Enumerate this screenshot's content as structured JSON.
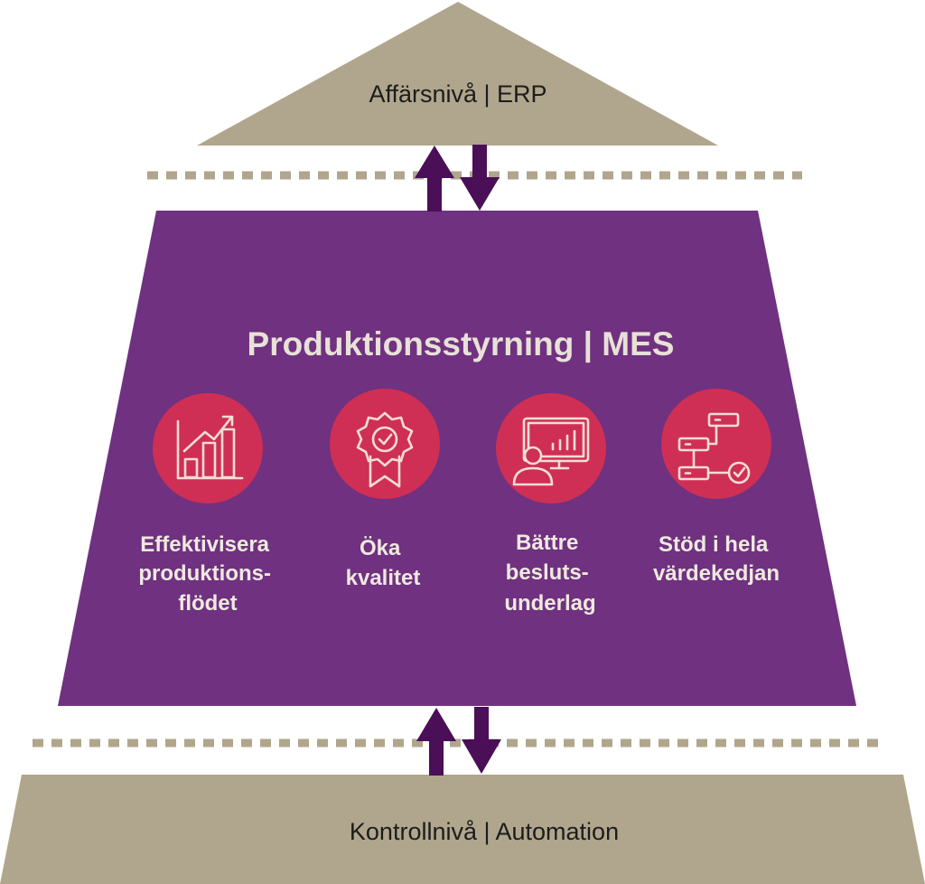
{
  "levels": {
    "top": {
      "label": "Affärsnivå | ERP"
    },
    "middle": {
      "title": "Produktionsstyrning | MES"
    },
    "bottom": {
      "label": "Kontrollnivå | Automation"
    }
  },
  "benefits": [
    {
      "icon": "bar-chart-growth-icon",
      "lines": [
        "Effektivisera",
        "produktions-",
        "flödet"
      ]
    },
    {
      "icon": "quality-rosette-icon",
      "lines": [
        "Öka",
        "kvalitet"
      ]
    },
    {
      "icon": "analytics-monitor-user-icon",
      "lines": [
        "Bättre",
        "besluts-",
        "underlag"
      ]
    },
    {
      "icon": "workflow-check-icon",
      "lines": [
        "Stöd i hela",
        "värdekedjan"
      ]
    }
  ],
  "colors": {
    "beige": "#b0a68d",
    "purple": "#6f3180",
    "arrow": "#4a0f57",
    "icon_circle": "#cf2f55",
    "icon_stroke": "#f3ddd6",
    "light_text": "#efe9df",
    "dark_text": "#1c1c1c"
  }
}
